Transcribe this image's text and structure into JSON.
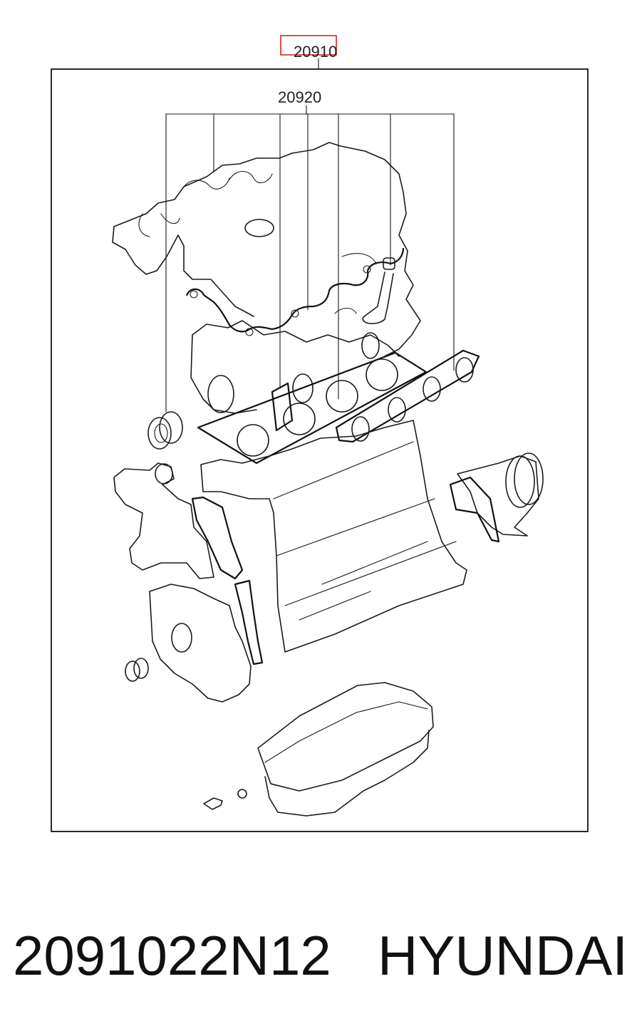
{
  "diagram": {
    "callouts": {
      "assembly": "20910",
      "gasket_set": "20920"
    },
    "highlight_color": "#e02020"
  },
  "caption": {
    "part_number": "2091022N12",
    "brand": "HYUNDAI"
  }
}
